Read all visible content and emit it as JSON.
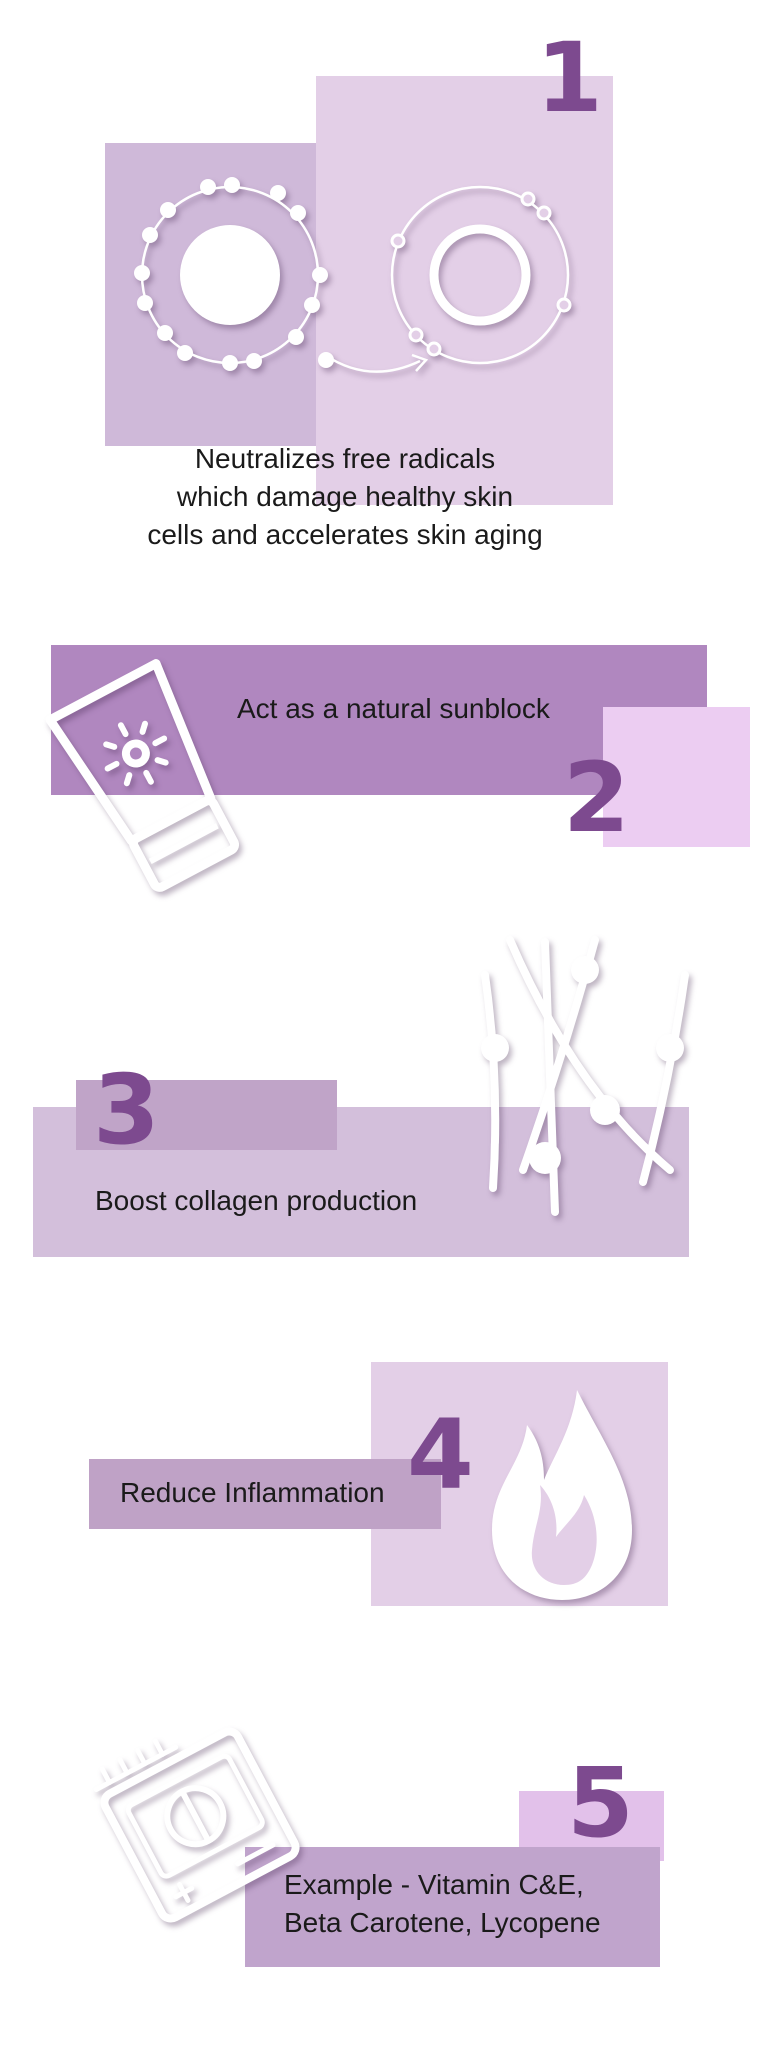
{
  "colors": {
    "number": "#7d4a8f",
    "s1_box_a": "#cfb9d9",
    "s1_box_b": "#e3cfe7",
    "s2_band": "#b087bf",
    "s2_box": "#eccdf2",
    "s3_band": "#d3bfdb",
    "s3_tab": "#c0a4c8",
    "s4_box": "#e3cfe7",
    "s4_band": "#bfa2c6",
    "s5_tab": "#e2c1ea",
    "s5_band": "#c0a4cc"
  },
  "steps": [
    {
      "number": "1",
      "text": [
        "Neutralizes free radicals",
        "which damage healthy skin",
        "cells and accelerates skin aging"
      ],
      "icon": "free-radical-molecule-icon"
    },
    {
      "number": "2",
      "text": [
        "Act as a natural sunblock"
      ],
      "icon": "sunscreen-tube-icon"
    },
    {
      "number": "3",
      "text": [
        "Boost collagen production"
      ],
      "icon": "collagen-fibers-icon"
    },
    {
      "number": "4",
      "text": [
        "Reduce Inflammation"
      ],
      "icon": "flame-icon"
    },
    {
      "number": "5",
      "text": [
        "Example - Vitamin C&E,",
        "Beta Carotene, Lycopene"
      ],
      "icon": "supplement-pills-icon"
    }
  ]
}
